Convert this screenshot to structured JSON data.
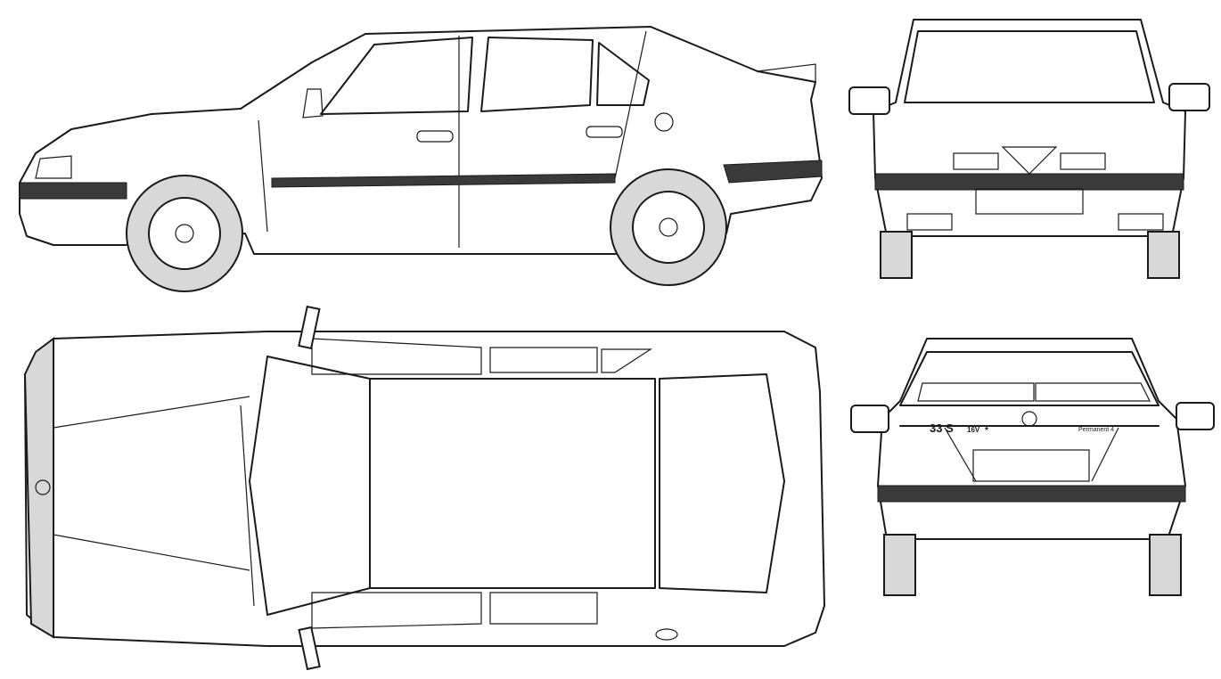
{
  "rear_view": {
    "model_badge": "33 S",
    "engine_badge": "16V",
    "star_badge": "*",
    "drive_badge": "Permanent 4"
  },
  "colors": {
    "ink": "#1a1a1a",
    "tire": "#d8d8d8",
    "trim": "#3a3a3a"
  }
}
